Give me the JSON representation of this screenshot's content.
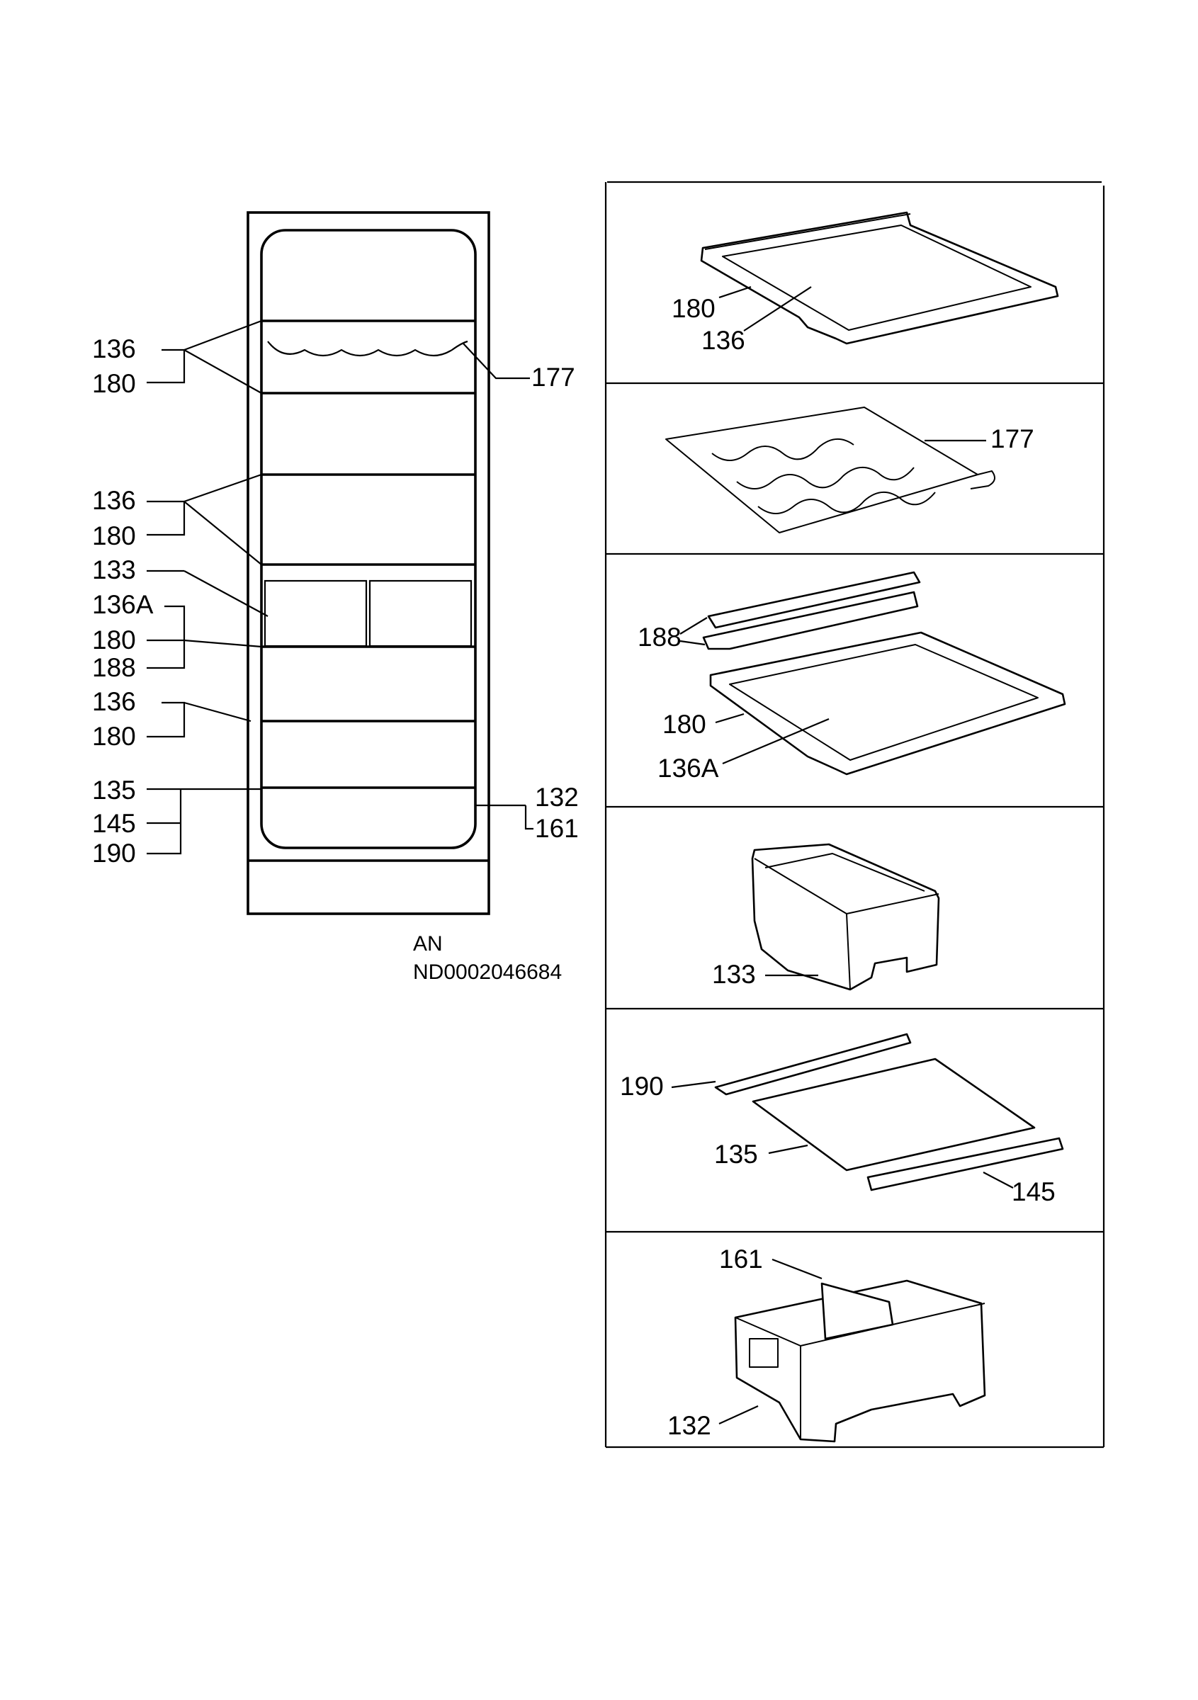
{
  "fridge_labels": {
    "g1_136": "136",
    "g1_180": "180",
    "g1_177": "177",
    "g2_136": "136",
    "g2_180": "180",
    "g3_133": "133",
    "g3_136A": "136A",
    "g3_180": "180",
    "g3_188": "188",
    "g4_136": "136",
    "g4_180": "180",
    "g5_135": "135",
    "g5_145": "145",
    "g5_190": "190",
    "g6_132": "132",
    "g6_161": "161"
  },
  "doc_code": {
    "line1": "AN",
    "line2": "ND0002046684"
  },
  "panels": [
    {
      "labels": [
        "180",
        "136"
      ]
    },
    {
      "labels": [
        "177"
      ]
    },
    {
      "labels": [
        "188",
        "180",
        "136A"
      ]
    },
    {
      "labels": [
        "133"
      ]
    },
    {
      "labels": [
        "190",
        "135",
        "145"
      ]
    },
    {
      "labels": [
        "161",
        "132"
      ]
    }
  ]
}
